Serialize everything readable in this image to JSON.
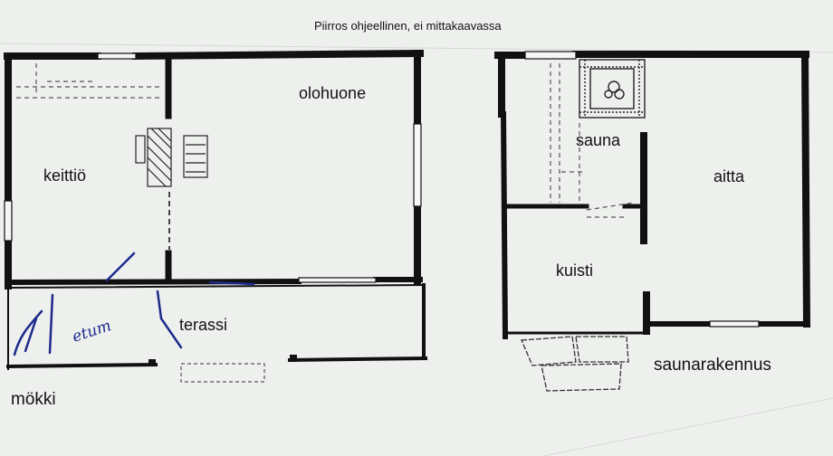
{
  "caption": "Piirros ohjeellinen, ei mittakaavassa",
  "buildings": {
    "mokki": {
      "name": "mökki",
      "rooms": {
        "kitchen": "keittiö",
        "living": "olohuone",
        "terrace": "terassi"
      },
      "handwritten": "etum"
    },
    "sauna_building": {
      "name": "saunarakennus",
      "rooms": {
        "sauna": "sauna",
        "storehouse": "aitta",
        "porch": "kuisti"
      }
    }
  },
  "colors": {
    "wall": "#111111",
    "ink": "#1d2a8a",
    "paper": "#eef0ee"
  }
}
